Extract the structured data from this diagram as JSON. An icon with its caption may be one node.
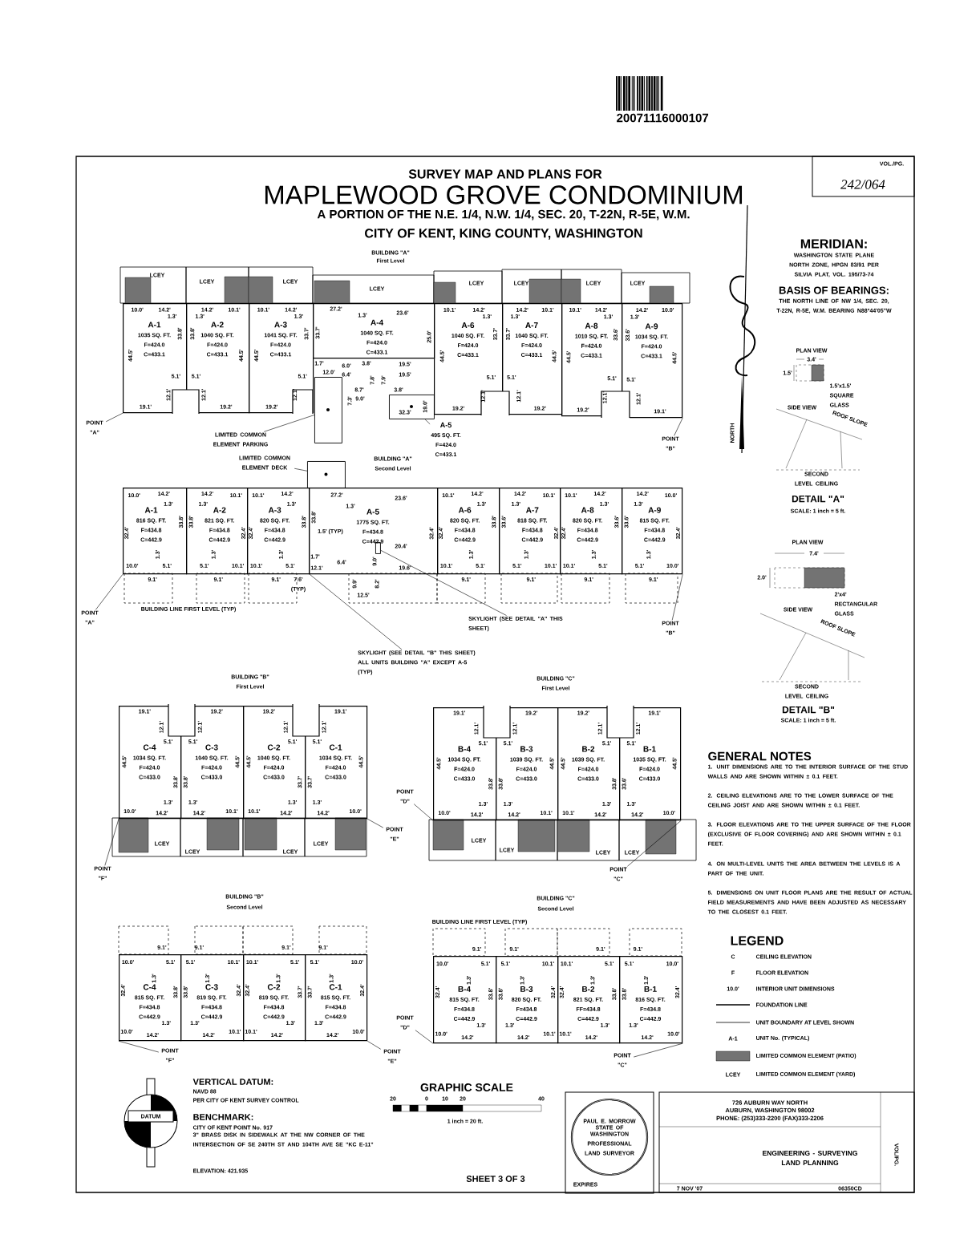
{
  "diagram": {
    "title": "MAPLEWOOD GROVE CONDOMINIUM",
    "nodes": [
      {
        "text": [
          "A-1",
          "1035 SQ. FT.",
          "F=424.0",
          "C=433.1"
        ]
      },
      {
        "text": [
          "A-2",
          "1040 SQ. FT.",
          "F=424.0",
          "C=433.1"
        ]
      },
      {
        "text": [
          "A-3",
          "1041 SQ. FT.",
          "F=424.0",
          "C=433.1"
        ]
      },
      {
        "text": [
          "A-4",
          "1040 SQ. FT.",
          "F=424.0",
          "C=433.1"
        ]
      },
      {
        "text": [
          "A-6",
          "1040 SQ. FT.",
          "F=424.0",
          "C=433.1"
        ]
      },
      {
        "text": [
          "A-7",
          "1040 SQ. FT.",
          "F=424.0",
          "C=433.1"
        ]
      },
      {
        "text": [
          "A-8",
          "1010 SQ. FT.",
          "F=424.0",
          "C=433.1"
        ]
      },
      {
        "text": [
          "A-9",
          "1034 SQ. FT.",
          "F=424.0",
          "C=433.1"
        ]
      },
      {
        "text": [],
        "shape": "box"
      },
      {
        "text": [],
        "shape": "box"
      },
      {
        "text": [
          "A-5",
          "495 SQ. FT.",
          "F=424.0",
          "C=433.1"
        ]
      },
      {
        "text": [
          "LIMITED COMMON ELEMENT PARKING"
        ]
      },
      {
        "text": [
          "POINT \"A\""
        ]
      },
      {
        "text": [
          "POINT \"B\""
        ]
      },
      {
        "text": [
          "A-1",
          "816 SQ. FT.",
          "F=434.8",
          "C=442.9"
        ]
      },
      {
        "text": [
          "A-2",
          "821 SQ. FT.",
          "F=434.8",
          "C=442.9"
        ]
      },
      {
        "text": [
          "A-3",
          "820 SQ. FT.",
          "F=434.8",
          "C=442.9"
        ]
      },
      {
        "text": [
          "A-5",
          "1775 SQ. FT.",
          "F=434.8",
          "C=442.9"
        ]
      },
      {
        "text": [
          "A-6",
          "820 SQ. FT.",
          "F=434.8",
          "C=442.9"
        ]
      },
      {
        "text": [
          "A-7",
          "818 SQ. FT.",
          "F=434.8",
          "C=442.9"
        ]
      },
      {
        "text": [
          "A-8",
          "820 SQ. FT.",
          "F=434.8",
          "C=442.9"
        ]
      },
      {
        "text": [
          "A-9",
          "815 SQ. FT.",
          "F=434.8",
          "C=442.9"
        ]
      },
      {
        "text": [],
        "shape": "box"
      },
      {
        "text": [
          "LIMITED COMMON ELEMENT DECK"
        ]
      },
      {
        "text": [],
        "shape": "box",
        "in": 17
      },
      {
        "text": [
          "SKYLIGHT (SEE DETAIL \"A\" THIS SHEET)"
        ]
      },
      {
        "text": [
          "SKYLIGHT (SEE DETAIL \"B\" THIS SHEET) ALL UNITS BUILDING \"A\" EXCEPT A-5 (TYP)"
        ]
      },
      {
        "text": [
          "POINT \"A\""
        ]
      },
      {
        "text": [
          "POINT \"B\""
        ]
      },
      {
        "text": [
          "C-4",
          "1034 SQ. FT.",
          "F=424.0",
          "C=433.0"
        ]
      },
      {
        "text": [
          "C-3",
          "1040 SQ. FT.",
          "F=424.0",
          "C=433.0"
        ]
      },
      {
        "text": [
          "C-2",
          "1040 SQ. FT.",
          "F=424.0",
          "C=433.0"
        ]
      },
      {
        "text": [
          "C-1",
          "1034 SQ. FT.",
          "F=424.0",
          "C=433.0"
        ]
      },
      {
        "text": [
          "POINT \"F\""
        ]
      },
      {
        "text": [
          "POINT \"E\""
        ]
      },
      {
        "text": [
          "B-4",
          "1034 SQ. FT.",
          "F=424.0",
          "C=433.0"
        ]
      },
      {
        "text": [
          "B-3",
          "1039 SQ. FT.",
          "F=424.0",
          "C=433.0"
        ]
      },
      {
        "text": [
          "B-2",
          "1039 SQ. FT.",
          "F=424.0",
          "C=433.0"
        ]
      },
      {
        "text": [
          "B-1",
          "1035 SQ. FT.",
          "F=424.0",
          "C=433.0"
        ]
      },
      {
        "text": [
          "POINT \"D\""
        ]
      },
      {
        "text": [
          "POINT \"C\""
        ]
      },
      {
        "text": [
          "C-4",
          "815 SQ. FT.",
          "F=434.8",
          "C=442.9"
        ]
      },
      {
        "text": [
          "C-3",
          "819 SQ. FT.",
          "F=434.8",
          "C=442.9"
        ]
      },
      {
        "text": [
          "C-2",
          "819 SQ. FT.",
          "F=434.8",
          "C=442.9"
        ]
      },
      {
        "text": [
          "C-1",
          "815 SQ. FT.",
          "F=434.8",
          "C=442.9"
        ]
      },
      {
        "text": [
          "POINT \"F\""
        ]
      },
      {
        "text": [
          "POINT \"E\""
        ]
      },
      {
        "text": [
          "B-4",
          "815 SQ. FT.",
          "F=434.8",
          "C=442.9"
        ]
      },
      {
        "text": [
          "B-3",
          "820 SQ. FT.",
          "F=434.8",
          "C=442.9"
        ]
      },
      {
        "text": [
          "B-2",
          "821 SQ. FT.",
          "FF=434.8",
          "C=442.9"
        ]
      },
      {
        "text": [
          "B-1",
          "816 SQ. FT.",
          "F=434.8",
          "C=442.9"
        ]
      },
      {
        "text": [
          "POINT \"D\""
        ]
      },
      {
        "text": [
          "POINT \"C\""
        ]
      },
      {
        "text": [
          "PAUL E. MORROW",
          "STATE OF WASHINGTON",
          "PROFESSIONAL LAND SURVEYOR"
        ]
      }
    ],
    "edges": [
      {
        "from": 12,
        "to": 0,
        "arrow": "none"
      },
      {
        "from": 13,
        "to": 7,
        "arrow": "none"
      },
      {
        "from": 11,
        "to": 9,
        "arrow": "none"
      },
      {
        "from": 10,
        "to": 8,
        "arrow": "none"
      },
      {
        "from": 23,
        "to": 22,
        "arrow": "none"
      },
      {
        "from": 25,
        "to": 24,
        "arrow": "none"
      },
      {
        "from": 26,
        "to": 16,
        "arrow": "none"
      },
      {
        "from": 27,
        "to": 14,
        "arrow": "none"
      },
      {
        "from": 28,
        "to": 21,
        "arrow": "none"
      },
      {
        "from": 33,
        "to": 29,
        "arrow": "none"
      },
      {
        "from": 34,
        "to": 32,
        "arrow": "none"
      },
      {
        "from": 39,
        "to": 35,
        "arrow": "none"
      },
      {
        "from": 40,
        "to": 38,
        "arrow": "none"
      },
      {
        "from": 45,
        "to": 41,
        "arrow": "none"
      },
      {
        "from": 46,
        "to": 44,
        "arrow": "none"
      },
      {
        "from": 51,
        "to": 47,
        "arrow": "none"
      },
      {
        "from": 52,
        "to": 50,
        "arrow": "none"
      }
    ],
    "labels": [
      "20071116000107",
      "VOL./PG.",
      "242/064",
      "SURVEY MAP AND PLANS FOR",
      "A PORTION OF THE N.E. 1/4, N.W. 1/4, SEC. 20, T-22N, R-5E, W.M.",
      "CITY OF KENT, KING COUNTY, WASHINGTON",
      "BUILDING \"A\"",
      "First Level",
      "BUILDING \"A\"",
      "Second Level",
      "BUILDING \"B\"",
      "First Level",
      "BUILDING \"C\"",
      "First Level",
      "BUILDING \"B\"",
      "Second Level",
      "BUILDING \"C\"",
      "Second Level",
      "MERIDIAN:",
      "WASHINGTON STATE PLANE NORTH ZONE, HPGN 83/91 PER SILVIA PLAT, VOL. 195/73-74",
      "BASIS OF BEARINGS:",
      "THE NORTH LINE OF NW 1/4, SEC. 20, T-22N, R-5E, W.M. BEARING N88°44'05\"W",
      "NORTH",
      "PLAN VIEW",
      "3.4'",
      "1.5'",
      "1.5'x1.5' SQUARE GLASS",
      "SIDE VIEW",
      "ROOF SLOPE",
      "SECOND LEVEL CEILING",
      "DETAIL \"A\"",
      "SCALE: 1 inch = 5 ft.",
      "PLAN VIEW",
      "7.4'",
      "2.0'",
      "2'x4' RECTANGULAR GLASS",
      "SIDE VIEW",
      "ROOF SLOPE",
      "SECOND LEVEL CEILING",
      "DETAIL \"B\"",
      "SCALE: 1 inch = 5 ft.",
      "GENERAL NOTES",
      "1. UNIT DIMENSIONS ARE TO THE INTERIOR SURFACE OF THE STUD WALLS AND ARE SHOWN WITHIN ± 0.1 FEET.",
      "2. CEILING ELEVATIONS ARE TO THE LOWER SURFACE OF THE CEILING JOIST AND ARE SHOWN WITHIN ± 0.1 FEET.",
      "3. FLOOR ELEVATIONS ARE TO THE UPPER SURFACE OF THE FLOOR (EXCLUSIVE OF FLOOR COVERING) AND ARE SHOWN WITHIN ± 0.1 FEET.",
      "4. ON MULTI-LEVEL UNITS THE AREA BETWEEN THE LEVELS IS A PART OF THE UNIT.",
      "5. DIMENSIONS ON UNIT FLOOR PLANS ARE THE RESULT OF ACTUAL FIELD MEASUREMENTS AND HAVE BEEN ADJUSTED AS NECESSARY TO THE CLOSEST 0.1 FEET.",
      "LEGEND",
      "C",
      "F",
      "10.0'",
      "A-1",
      "LCEY",
      "726 AUBURN WAY NORTH",
      "AUBURN, WASHINGTON 98002",
      "PHONE: (253)333-2200 (FAX)333-2206",
      "ENGINEERING - SURVEYING LAND PLANNING",
      "VOL/PG.",
      "7 NOV '07",
      "06350CD",
      "EXPIRES",
      "VERTICAL DATUM:",
      "NAVD 88",
      "PER CITY OF KENT SURVEY CONTROL",
      "BENCHMARK:",
      "CITY OF KENT POINT No. 917",
      "3\" BRASS DISK IN SIDEWALK AT THE NW CORNER OF THE INTERSECTION OF SE 240TH ST AND 104TH AVE SE \"KC E-11\"",
      "ELEVATION: 421.935",
      "DATUM",
      "GRAPHIC SCALE",
      "20",
      "0",
      "10",
      "20",
      "40",
      "1 inch = 20 ft.",
      "SHEET 3 OF 3",
      "BUILDING LINE FIRST LEVEL (TYP)",
      "BUILDING LINE FIRST LEVEL (TYP)",
      "1.5' (TYP)",
      "7.6' (TYP)",
      "LCEY",
      "LCEY",
      "LCEY",
      "LCEY",
      "LCEY",
      "LCEY",
      "LCEY",
      "LCEY",
      "LCEY",
      "LCEY",
      "LCEY",
      "LCEY",
      "LCEY",
      "LCEY",
      "LCEY",
      "LCEY",
      "10.0'",
      "14.2'",
      "1.3'",
      "44.5'",
      "33.8'",
      "5.1'",
      "12.1'",
      "19.1'",
      "14.2'",
      "10.1'",
      "1.3'",
      "33.8'",
      "44.5'",
      "5.1'",
      "12.1'",
      "19.2'",
      "10.1'",
      "14.2'",
      "1.3'",
      "44.5'",
      "33.7'",
      "5.1'",
      "12.1'",
      "19.2'",
      "27.2'",
      "1.3'",
      "23.6'",
      "33.7'",
      "25.0'",
      "1.7'",
      "12.0'",
      "6.0'",
      "6.4'",
      "3.8'",
      "19.5'",
      "19.5'",
      "7.8'",
      "7.9'",
      "8.7'",
      "3.8'",
      "7.3'",
      "9.0'",
      "19.0'",
      "32.3'",
      "10.1'",
      "14.2'",
      "1.3'",
      "44.5'",
      "33.7'",
      "5.1'",
      "12.1'",
      "19.2'",
      "14.2'",
      "10.1'",
      "1.3'",
      "33.7'",
      "44.5'",
      "5.1'",
      "12.1'",
      "19.2'",
      "10.1'",
      "14.2'",
      "1.3'",
      "44.5'",
      "33.6'",
      "5.1'",
      "12.1'",
      "19.2'",
      "14.2'",
      "10.0'",
      "1.3'",
      "33.6'",
      "44.5'",
      "5.1'",
      "12.1'",
      "19.1'",
      "10.0'",
      "14.2'",
      "1.3'",
      "32.4'",
      "33.8'",
      "10.0'",
      "5.1'",
      "1.3'",
      "9.1'",
      "14.2'",
      "10.1'",
      "1.3'",
      "33.8'",
      "32.4'",
      "5.1'",
      "10.1'",
      "1.3'",
      "9.1'",
      "10.1'",
      "14.2'",
      "1.3'",
      "32.4'",
      "33.8'",
      "10.1'",
      "5.1'",
      "1.3'",
      "9.1'",
      "27.2'",
      "1.3'",
      "23.6'",
      "33.8'",
      "32.4'",
      "1.7'",
      "12.1'",
      "6.4'",
      "20.4'",
      "9.0'",
      "19.6'",
      "9.9'",
      "12.5'",
      "8.2'",
      "10.1'",
      "14.2'",
      "1.3'",
      "32.4'",
      "33.8'",
      "10.1'",
      "5.1'",
      "1.3'",
      "9.1'",
      "14.2'",
      "10.1'",
      "1.3'",
      "33.6'",
      "32.4'",
      "5.1'",
      "10.1'",
      "1.3'",
      "9.1'",
      "10.1'",
      "14.2'",
      "1.3'",
      "32.4'",
      "33.6'",
      "10.1'",
      "5.1'",
      "1.3'",
      "9.1'",
      "14.2'",
      "10.0'",
      "1.3'",
      "33.6'",
      "32.4'",
      "5.1'",
      "10.0'",
      "1.3'",
      "9.1'",
      "19.1'",
      "12.1'",
      "5.1'",
      "44.5'",
      "33.8'",
      "1.3'",
      "10.0'",
      "14.2'",
      "5.1'",
      "12.1'",
      "19.2'",
      "33.8'",
      "44.5'",
      "1.3'",
      "14.2'",
      "10.1'",
      "19.2'",
      "12.1'",
      "5.1'",
      "44.5'",
      "33.7'",
      "1.3'",
      "10.1'",
      "14.2'",
      "5.1'",
      "12.1'",
      "19.1'",
      "33.7'",
      "44.5'",
      "1.3'",
      "14.2'",
      "10.0'",
      "19.1'",
      "12.1'",
      "5.1'",
      "44.5'",
      "33.8'",
      "1.3'",
      "10.0'",
      "14.2'",
      "5.1'",
      "12.1'",
      "19.2'",
      "33.8'",
      "44.5'",
      "1.3'",
      "14.2'",
      "10.1'",
      "19.2'",
      "12.1'",
      "5.1'",
      "44.5'",
      "33.8'",
      "1.3'",
      "10.1'",
      "14.2'",
      "5.1'",
      "12.1'",
      "19.1'",
      "33.6'",
      "44.5'",
      "1.3'",
      "14.2'",
      "10.0'",
      "9.1'",
      "10.0'",
      "5.1'",
      "1.3'",
      "32.4'",
      "33.8'",
      "1.3'",
      "10.0'",
      "14.2'",
      "9.1'",
      "5.1'",
      "10.1'",
      "1.3'",
      "33.8'",
      "32.4'",
      "1.3'",
      "14.2'",
      "10.1'",
      "9.1'",
      "10.1'",
      "5.1'",
      "1.3'",
      "32.4'",
      "33.7'",
      "1.3'",
      "10.1'",
      "14.2'",
      "9.1'",
      "5.1'",
      "10.0'",
      "1.3'",
      "33.7'",
      "32.4'",
      "1.3'",
      "14.2'",
      "10.0'",
      "9.1'",
      "10.0'",
      "5.1'",
      "1.3'",
      "32.4'",
      "33.8'",
      "1.3'",
      "10.0'",
      "14.2'",
      "9.1'",
      "5.1'",
      "10.1'",
      "1.3'",
      "33.8'",
      "32.4'",
      "1.3'",
      "14.2'",
      "10.1'",
      "9.1'",
      "10.1'",
      "5.1'",
      "1.3'",
      "32.4'",
      "33.8'",
      "1.3'",
      "10.1'",
      "14.2'",
      "9.1'",
      "5.1'",
      "10.0'",
      "1.3'",
      "33.8'",
      "32.4'",
      "1.3'",
      "14.2'",
      "10.0'"
    ],
    "legend": [
      {
        "text": "CEILING ELEVATION"
      },
      {
        "text": "FLOOR ELEVATION"
      },
      {
        "text": "INTERIOR UNIT DIMENSIONS"
      },
      {
        "text": "FOUNDATION LINE"
      },
      {
        "text": "UNIT BOUNDARY AT LEVEL SHOWN"
      },
      {
        "text": "UNIT No. (TYPICAL)"
      },
      {
        "text": "LIMITED COMMON ELEMENT (PATIO)"
      },
      {
        "text": "LIMITED COMMON ELEMENT (YARD)"
      }
    ]
  }
}
